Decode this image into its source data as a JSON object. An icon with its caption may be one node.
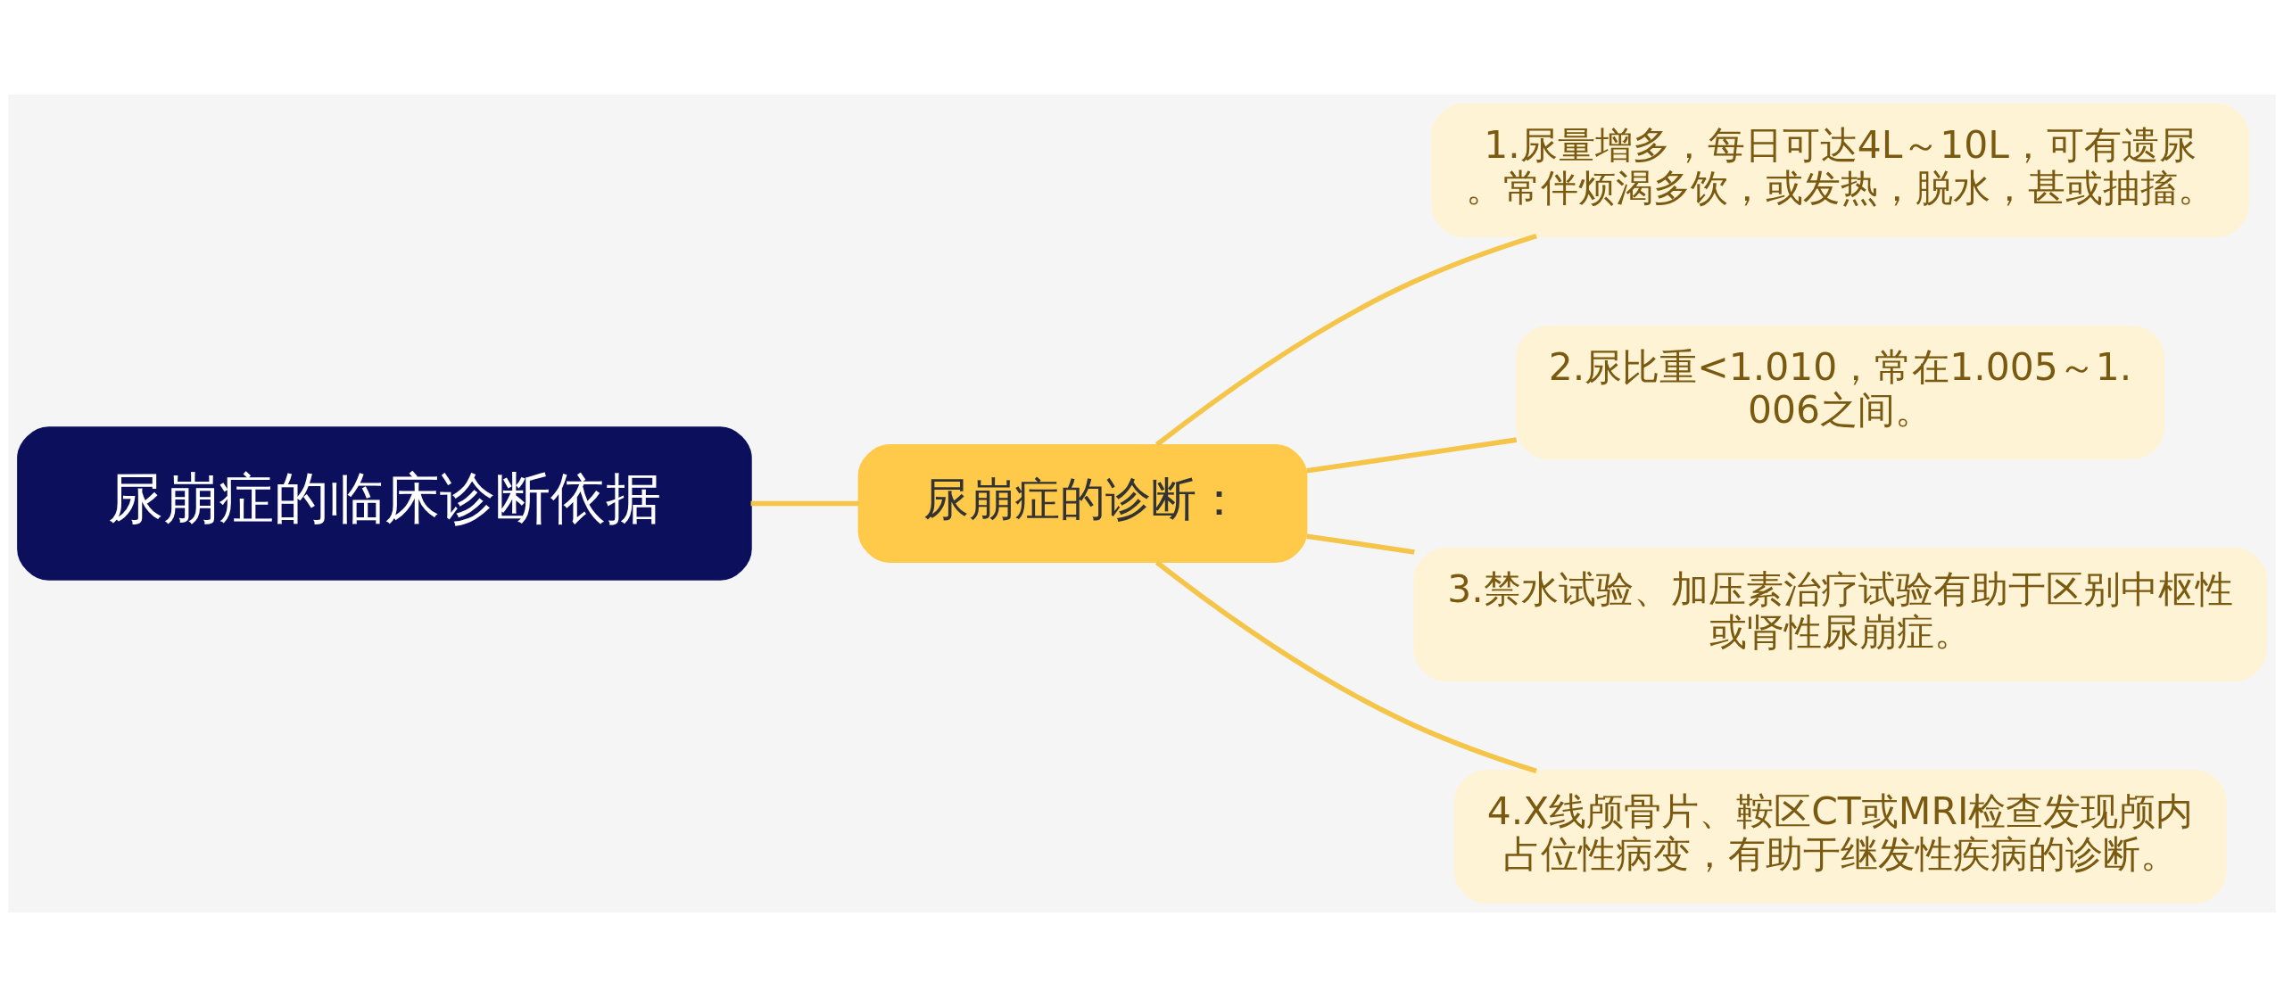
{
  "diagram": {
    "nodes": [
      {
        "text": [
          "尿崩症的临床诊断依据"
        ]
      },
      {
        "text": [
          "尿崩症的诊断："
        ]
      },
      {
        "text": [
          "1.尿量增多，每日可达4L～10L，可有遗尿。常伴烦渴多饮，或发热，脱水，甚或抽搐。"
        ]
      },
      {
        "text": [
          "2.尿比重<1.010，常在1.005～1.006之间。"
        ]
      },
      {
        "text": [
          "3.禁水试验、加压素治疗试验有助于区别中枢性或肾性尿崩症。"
        ]
      },
      {
        "text": [
          "4.X线颅骨片、鞍区CT或MRI检查发现颅内占位性病变，有助于继发性疾病的诊断。"
        ]
      }
    ],
    "edges": [
      {
        "from": 0,
        "to": 1,
        "arrow": "none"
      },
      {
        "from": 1,
        "to": 2,
        "arrow": "none"
      },
      {
        "from": 1,
        "to": 3,
        "arrow": "none"
      },
      {
        "from": 1,
        "to": 4,
        "arrow": "none"
      },
      {
        "from": 1,
        "to": 5,
        "arrow": "none"
      }
    ]
  }
}
